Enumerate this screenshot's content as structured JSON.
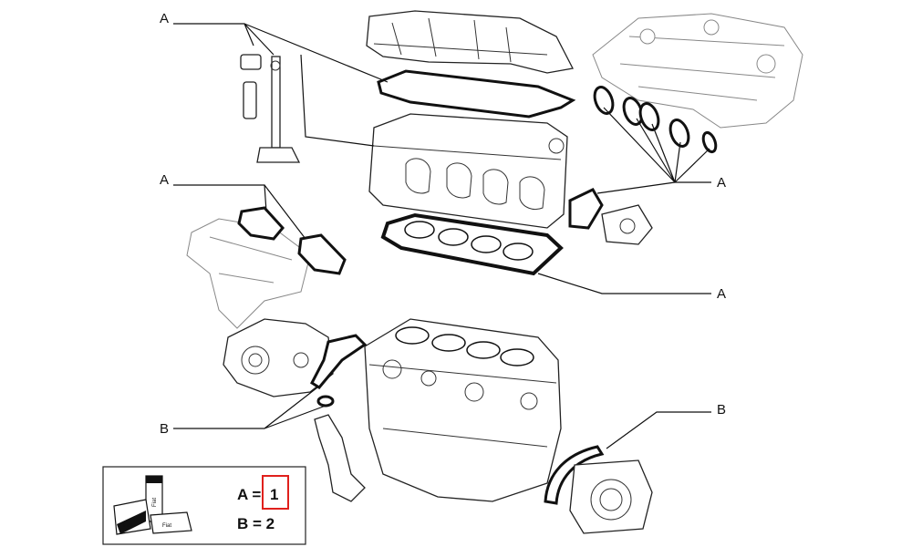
{
  "callouts": {
    "a_valve": "A",
    "a_manifold": "A",
    "a_intake": "A",
    "a_headgasket": "A",
    "b_pump": "B",
    "b_rear": "B"
  },
  "legend": {
    "line_a": "A = 1",
    "line_b": "B = 2",
    "highlight_value": "1",
    "box_label_1": "Fiat",
    "box_label_2": "Fiat",
    "box_label_3": "Fiat",
    "highlight_color": "#e0201c"
  }
}
